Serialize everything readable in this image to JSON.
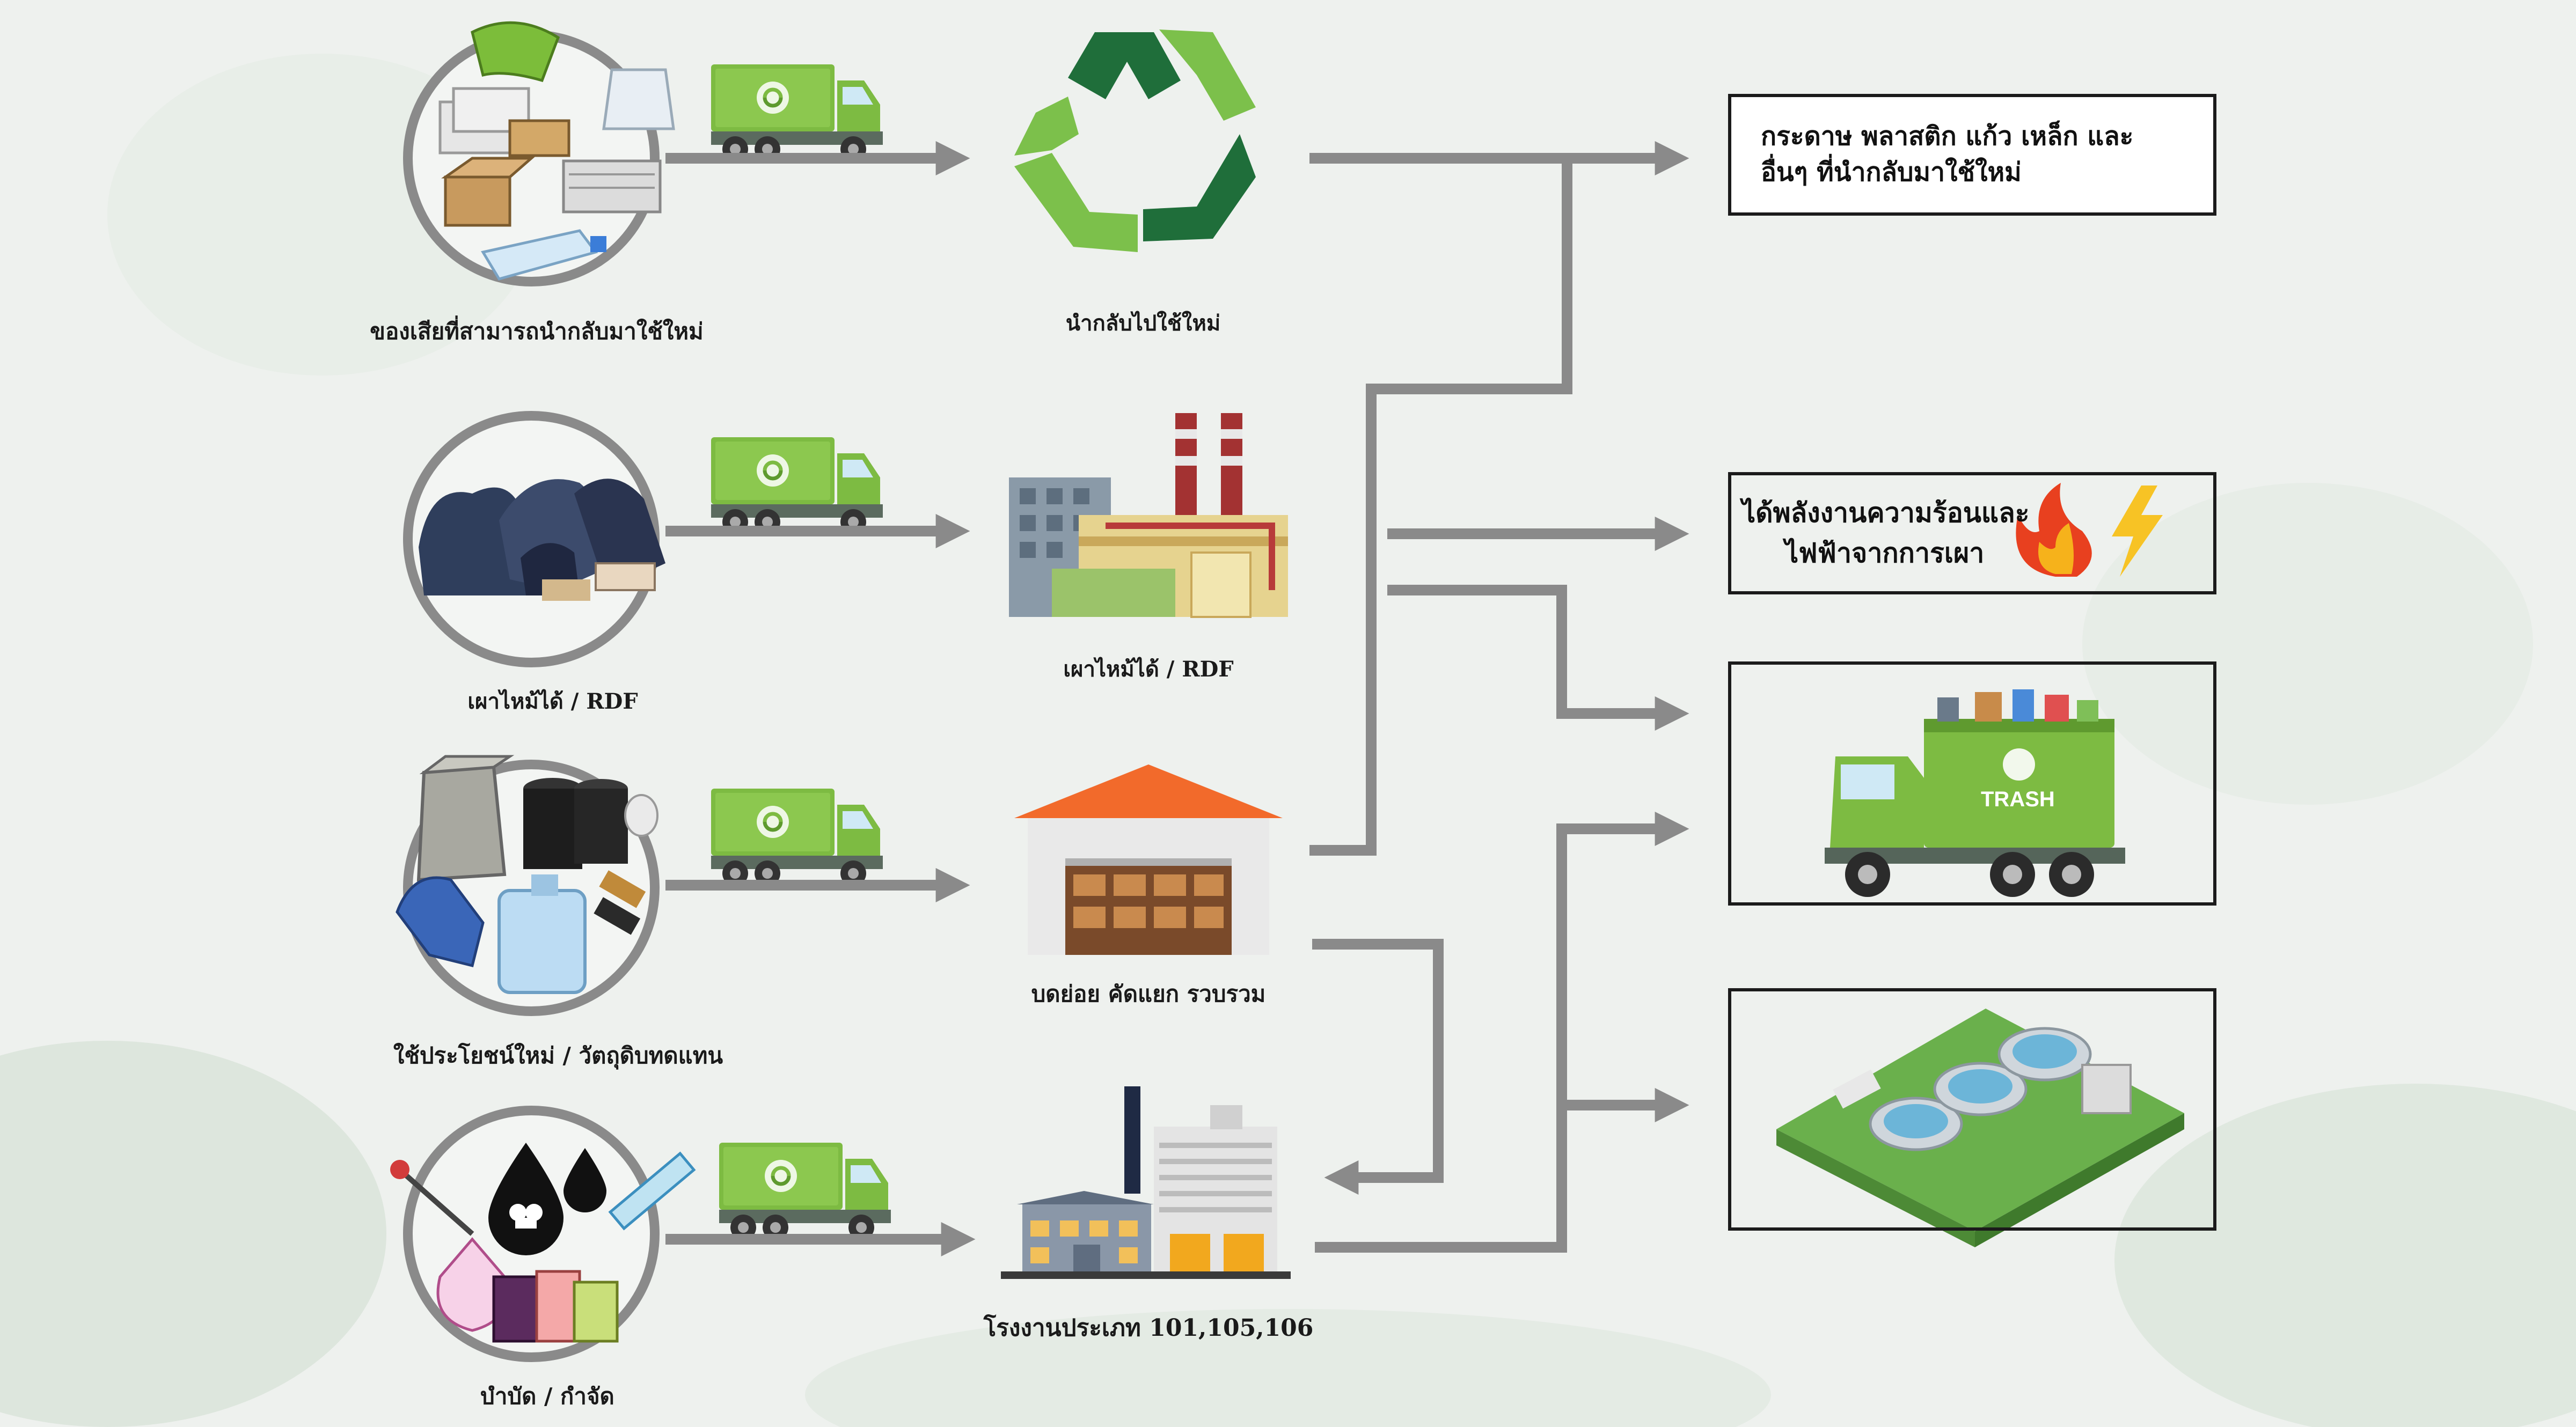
{
  "sources": [
    {
      "label": "ของเสียที่สามารถนำกลับมาใช้ใหม่"
    },
    {
      "label": "เผาไหม้ได้ / RDF"
    },
    {
      "label": "ใช้ประโยชน์ใหม่ / วัตถุดิบทดแทน"
    },
    {
      "label": "บำบัด / กำจัด"
    }
  ],
  "processes": [
    {
      "label": "นำกลับไปใช้ใหม่"
    },
    {
      "label": "เผาไหม้ได้ / RDF"
    },
    {
      "label": "บดย่อย คัดแยก รวบรวม"
    },
    {
      "label": "โรงงานประเภท 101,105,106"
    }
  ],
  "outputs": {
    "recycle_line1": "กระดาษ พลาสติก แก้ว เหล็ก และ",
    "recycle_line2": "อื่นๆ ที่นำกลับมาใช้ใหม่",
    "energy_line1": "ได้พลังงานความร้อนและ",
    "energy_line2": "ไฟฟ้าจากการเผา",
    "truck_text": "TRASH"
  },
  "colors": {
    "arrow": "#8a8a8a",
    "truck_green": "#7dbb42",
    "recycle_dark": "#1f6e3a",
    "recycle_light": "#7cc04b"
  }
}
